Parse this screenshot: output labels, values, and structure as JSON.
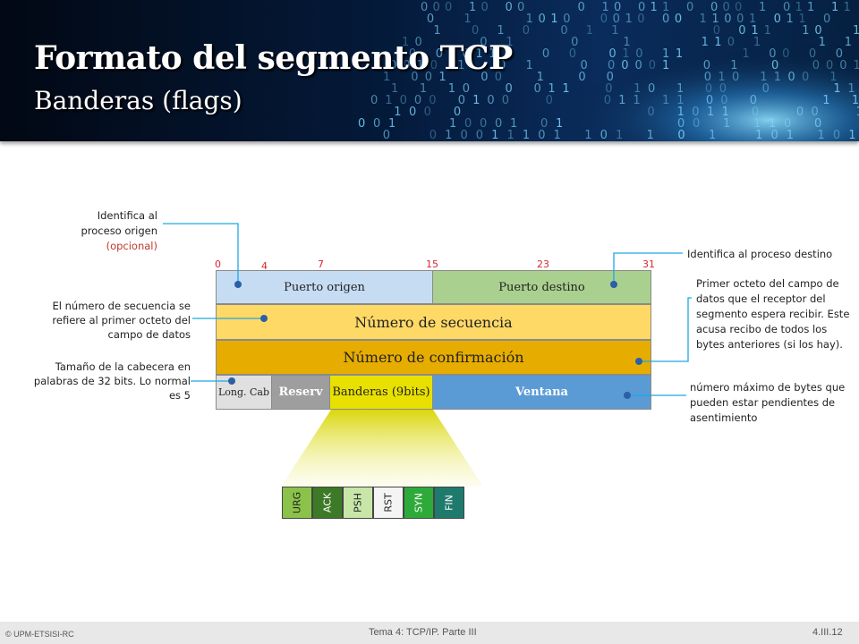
{
  "header": {
    "title": "Formato del segmento TCP",
    "subtitle": "Banderas (flags)"
  },
  "bit_numbers": [
    "0",
    "4",
    "7",
    "15",
    "23",
    "31"
  ],
  "rows": {
    "source_port": "Puerto origen",
    "dest_port": "Puerto destino",
    "seq_number": "Número de secuencia",
    "ack_number": "Número de confirmación",
    "header_length": "Long. Cab",
    "reserved": "Reserv",
    "flags": "Banderas (9bits)",
    "window": "Ventana"
  },
  "flags": [
    {
      "label": "URG",
      "color": "#8bc34a"
    },
    {
      "label": "ACK",
      "color": "#3d7a27"
    },
    {
      "label": "PSH",
      "color": "#c8e6a8"
    },
    {
      "label": "RST",
      "color": "#f4f4f4"
    },
    {
      "label": "SYN",
      "color": "#2eaa3a"
    },
    {
      "label": "FIN",
      "color": "#1f7a6e"
    }
  ],
  "annotations": {
    "source_port_line1": "Identifica al",
    "source_port_line2": "proceso origen",
    "source_port_line3": "(opcional)",
    "dest_port": "Identifica al proceso destino",
    "seq_number": "El número de secuencia se refiere al primer octeto del campo de datos",
    "header_length": "Tamaño de la cabecera en palabras de 32 bits. Lo normal es 5",
    "ack_number": "Primer octeto del campo de datos que el receptor del segmento espera recibir. Este acusa recibo de todos los bytes anteriores (si los hay).",
    "window": "número máximo de bytes que pueden estar pendientes de asentimiento"
  },
  "footer": {
    "copyright": "© UPM-ETSISI-RC",
    "topic": "Tema 4: TCP/IP. Parte III",
    "page": "4.III.12"
  },
  "colors": {
    "source_port": "#c6dcf3",
    "dest_port": "#a9d08e",
    "seq_number": "#ffd966",
    "ack_number": "#e6ac00",
    "header_length": "#e0e0e0",
    "reserved": "#9e9e9e",
    "flags_field": "#e8e000",
    "window": "#5b9bd5",
    "connector": "#1ea7e4"
  }
}
